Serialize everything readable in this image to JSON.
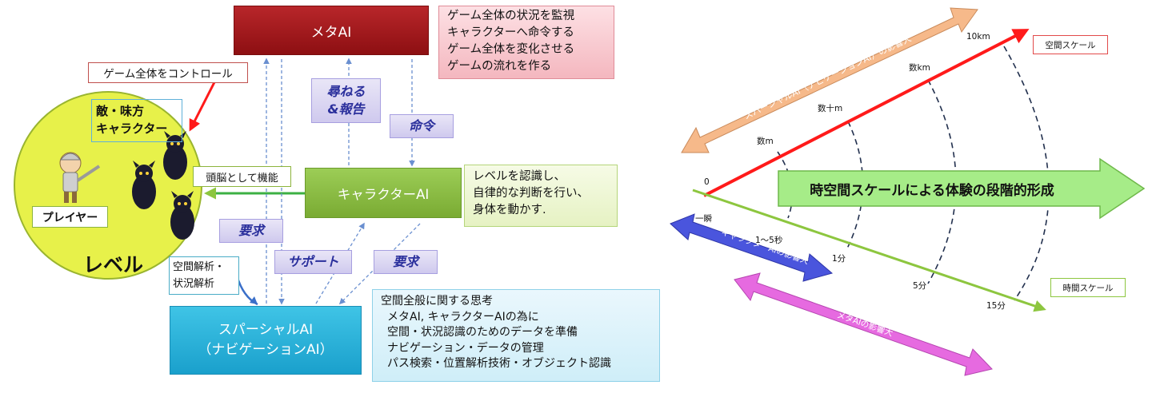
{
  "left": {
    "meta_ai": "メタAI",
    "meta_desc": [
      "ゲーム全体の状況を監視",
      "キャラクターへ命令する",
      "ゲーム全体を変化させる",
      "ゲームの流れを作る"
    ],
    "control_label": "ゲーム全体をコントロール",
    "enemy_label": [
      "敵・味方",
      "キャラクター"
    ],
    "player_label": "プレイヤー",
    "level_label": "レベル",
    "brain_label": "頭脳として機能",
    "analysis_label": [
      "空間解析・",
      "状況解析"
    ],
    "ask_report": [
      "尋ねる",
      "&報告"
    ],
    "order": "命令",
    "request_1": "要求",
    "support": "サポート",
    "request_2": "要求",
    "character_ai": "キャラクターAI",
    "character_desc": [
      "レベルを認識し、",
      "自律的な判断を行い、",
      "身体を動かす."
    ],
    "spatial_ai": [
      "スパーシャルAI",
      "（ナビゲーションAI）"
    ],
    "spatial_desc": [
      "空間全般に関する思考",
      "メタAI, キャラクターAIの為に",
      "空間・状況認識のためのデータを準備",
      "ナビゲーション・データの管理",
      "パス検索・位置解析技術・オブジェクト認識"
    ]
  },
  "right": {
    "spatial_scale": "空間スケール",
    "time_scale": "時間スケール",
    "spatial_ticks": [
      "数m",
      "数十m",
      "数km",
      "10km"
    ],
    "time_ticks": [
      "一瞬",
      "1～5秒",
      "1分",
      "5分",
      "15分"
    ],
    "origin": "0",
    "center_arrow": "時空間スケールによる体験の段階的形成",
    "spatial_ai_influence": "スパーシャルAI（ナビゲーションAI）の影響大",
    "character_ai_influence": "キャラクターAIの影響大",
    "meta_ai_influence": "メタAIの影響大"
  },
  "colors": {
    "meta": "#9c181b",
    "character": "#86b63c",
    "spatial": "#24aedb",
    "tag_text": "#2a2f9c",
    "red_line": "#ff1a1a",
    "green_line": "#8dc63f",
    "orange_arrow": "#f6b98a",
    "blue_arrow": "#4a55dd",
    "magenta_arrow": "#e66ae0",
    "big_arrow": "#a6ec88"
  }
}
